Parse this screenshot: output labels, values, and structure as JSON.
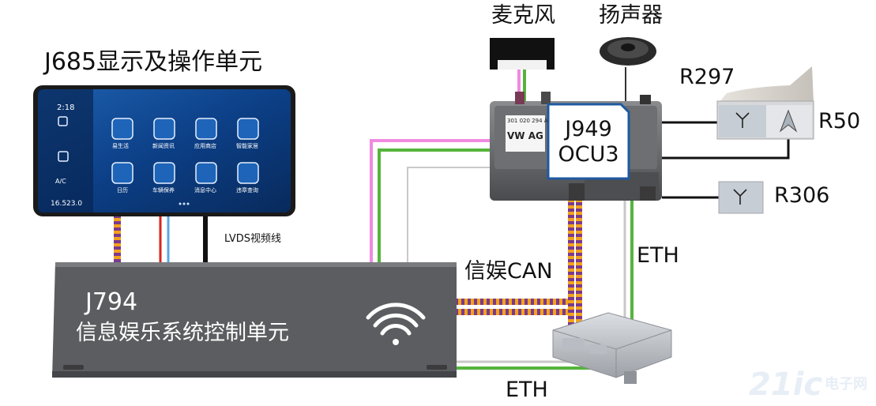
{
  "labels": {
    "microphone": "麦克风",
    "speaker": "扬声器",
    "j685": "J685显示及操作单元",
    "r297": "R297",
    "r50": "R50",
    "r306": "R306",
    "j949_line1": "J949",
    "j949_line2": "OCU3",
    "lvds": "LVDS视频线",
    "can": "信娱CAN",
    "eth_right": "ETH",
    "eth_bottom": "ETH",
    "j794_line1": "J794",
    "j794_line2": "信息娱乐系统控制单元"
  },
  "screen": {
    "time": "2:18",
    "apps": [
      "易生活",
      "新闻资讯",
      "应用商店",
      "智能家居",
      "日历",
      "车辆保养",
      "消息中心",
      "违章查询"
    ],
    "climate_label": "A/C",
    "temp_left": "16.5",
    "temp_right": "23.0"
  },
  "module": {
    "line1": "301 020 294 A",
    "brand": "VW AG"
  },
  "watermark": {
    "logo": "21ic",
    "text": "电子网"
  },
  "colors": {
    "screen_bg": "#0b3a78",
    "j794_body": "#5c5d60",
    "eth_green": "#55b43c",
    "eth_gray": "#c8c8c8",
    "can_orange": "#f2a21c",
    "can_purple": "#7a3a8c",
    "mic_pink": "#f08ae0",
    "red_wire": "#d9241c",
    "blue_wire": "#5aa6e6"
  }
}
